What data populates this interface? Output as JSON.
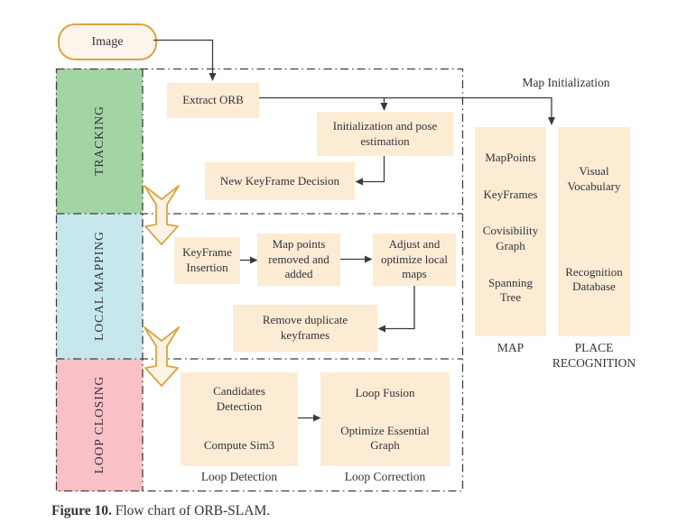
{
  "figure": {
    "caption_label": "Figure 10.",
    "caption_text": " Flow chart of ORB-SLAM."
  },
  "start_node": {
    "label": "Image"
  },
  "sections": [
    {
      "label": "TRACKING"
    },
    {
      "label": "LOCAL MAPPING"
    },
    {
      "label": "LOOP CLOSING"
    }
  ],
  "tracking": {
    "extract_orb": "Extract ORB",
    "init_pose": "Initialization and pose estimation",
    "new_keyframe": "New KeyFrame Decision"
  },
  "local_mapping": {
    "keyframe_insertion": "KeyFrame Insertion",
    "map_points": "Map points removed and added",
    "adjust_optimize": "Adjust and optimize local maps",
    "remove_duplicate": "Remove duplicate keyframes"
  },
  "loop_closing": {
    "candidates_detection": "Candidates Detection",
    "compute_sim3": "Compute Sim3",
    "loop_fusion": "Loop Fusion",
    "optimize_essential": "Optimize Essential Graph",
    "loop_detection_label": "Loop Detection",
    "loop_correction_label": "Loop Correction"
  },
  "map_initialization_label": "Map Initialization",
  "map_column": {
    "items": [
      "MapPoints",
      "KeyFrames",
      "Covisibility Graph",
      "Spanning Tree"
    ],
    "label": "MAP"
  },
  "place_recognition_column": {
    "items": [
      "Visual Vocabulary",
      "Recognition Database"
    ],
    "label": "PLACE RECOGNITION"
  },
  "edges": [
    {
      "from": "Image",
      "to": "Extract ORB"
    },
    {
      "from": "Extract ORB",
      "to": "Initialization and pose estimation"
    },
    {
      "from": "Extract ORB",
      "to": "Map Initialization"
    },
    {
      "from": "Initialization and pose estimation",
      "to": "New KeyFrame Decision"
    },
    {
      "from": "TRACKING",
      "to": "LOCAL MAPPING"
    },
    {
      "from": "KeyFrame Insertion",
      "to": "Map points removed and added"
    },
    {
      "from": "Map points removed and added",
      "to": "Adjust and optimize local maps"
    },
    {
      "from": "Adjust and optimize local maps",
      "to": "Remove duplicate keyframes"
    },
    {
      "from": "LOCAL MAPPING",
      "to": "LOOP CLOSING"
    },
    {
      "from": "Candidates Detection / Compute Sim3",
      "to": "Loop Fusion / Optimize Essential Graph"
    }
  ],
  "colors": {
    "tracking_band": "#a3d4a3",
    "local_mapping_band": "#c6e8ec",
    "loop_closing_band": "#f9c0c6",
    "process_box": "#fcecd4",
    "stadium_fill": "#fdf4ec",
    "accent_gold": "#d9a440",
    "line": "#3a3a3a"
  }
}
